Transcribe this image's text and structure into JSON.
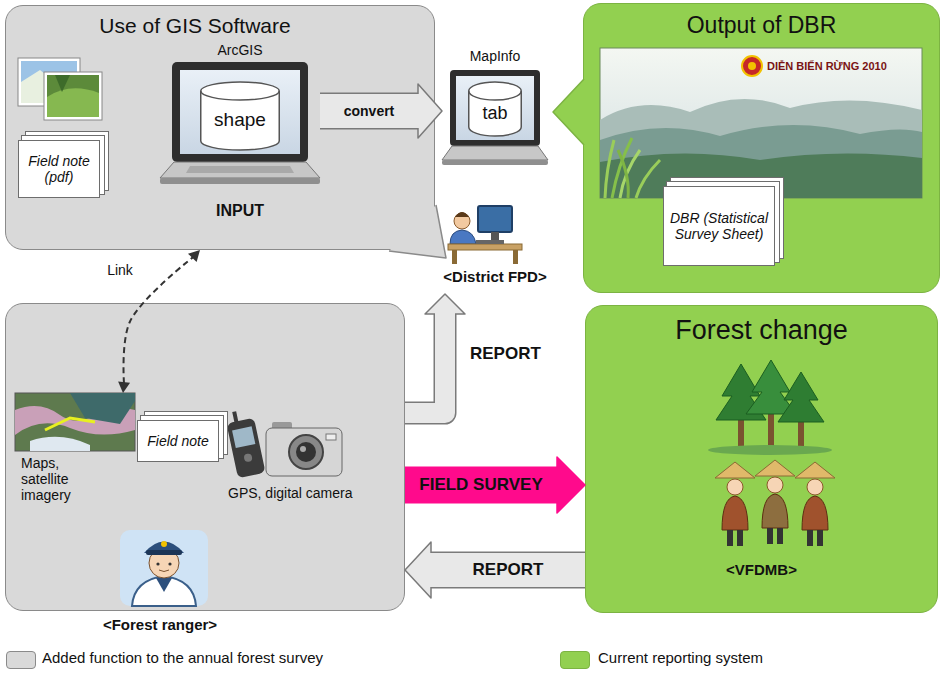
{
  "diagram": {
    "nodes": [
      {
        "text": [
          "Use of GIS Software"
        ]
      },
      {
        "text": [
          "Field note (pdf)"
        ],
        "in": 0
      },
      {
        "text": [
          "ArcGIS",
          "INPUT"
        ],
        "in": 0
      },
      {
        "text": [
          "shape"
        ],
        "in": 2
      },
      {
        "text": [
          "MapInfo"
        ]
      },
      {
        "text": [
          "tab"
        ],
        "in": 4
      },
      {
        "text": [
          "<District FPD>"
        ]
      },
      {
        "text": [
          "Output of DBR"
        ]
      },
      {
        "text": [
          "DIỄN BIẾN RỪNG 2010"
        ],
        "in": 7
      },
      {
        "text": [
          "DBR (Statistical Survey Sheet)"
        ],
        "in": 7
      },
      {
        "text": [
          "<Forest ranger>"
        ]
      },
      {
        "text": [
          "Maps, satellite imagery"
        ],
        "in": 10
      },
      {
        "text": [
          "Field note"
        ],
        "in": 10
      },
      {
        "text": [
          "Forest change",
          "<VFDMB>"
        ]
      }
    ],
    "edges": [
      {
        "from": 2,
        "to": 4,
        "label": "convert",
        "arrow": "to"
      },
      {
        "from": 11,
        "to": 0,
        "label": "Link",
        "arrow": "both"
      },
      {
        "from": 10,
        "to": 6,
        "label": "REPORT",
        "arrow": "to"
      },
      {
        "from": 10,
        "to": 13,
        "label": "FIELD SURVEY",
        "arrow": "to"
      },
      {
        "from": 13,
        "to": 10,
        "label": "REPORT",
        "arrow": "to"
      }
    ],
    "labels": [
      "GPS, digital camera"
    ],
    "legend": [
      {
        "text": "Added function to the annual forest survey",
        "color": "#d9d9d9"
      },
      {
        "text": "Current reporting system",
        "color": "#92d050"
      }
    ]
  }
}
